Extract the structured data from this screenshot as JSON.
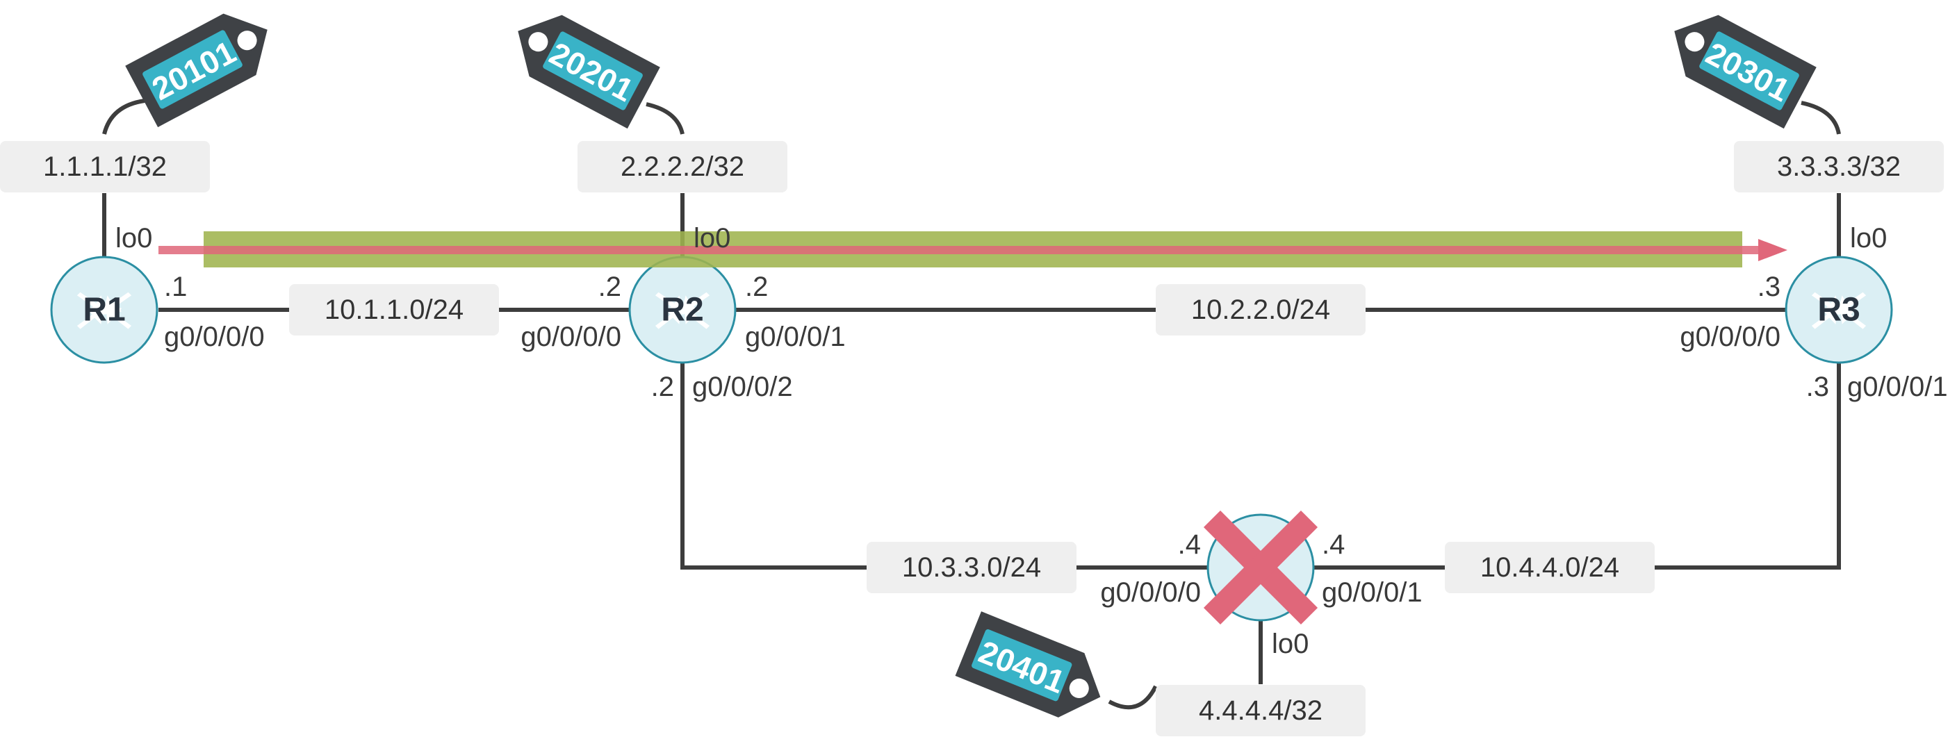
{
  "routers": {
    "r1": {
      "name": "R1"
    },
    "r2": {
      "name": "R2"
    },
    "r3": {
      "name": "R3"
    },
    "r4": {
      "name": "",
      "failed": true
    }
  },
  "prefixes": {
    "r1_loopback": "1.1.1.1/32",
    "r2_loopback": "2.2.2.2/32",
    "r3_loopback": "3.3.3.3/32",
    "r4_loopback": "4.4.4.4/32",
    "link_r1_r2": "10.1.1.0/24",
    "link_r2_r3": "10.2.2.0/24",
    "link_r2_r4": "10.3.3.0/24",
    "link_r4_r3": "10.4.4.0/24"
  },
  "sids": {
    "r1": "20101",
    "r2": "20201",
    "r3": "20301",
    "r4": "20401"
  },
  "labels": {
    "lo0": "lo0",
    "r1_g0": "g0/0/0/0",
    "r1_host": ".1",
    "r2_g0": "g0/0/0/0",
    "r2_g0_host": ".2",
    "r2_g1": "g0/0/0/1",
    "r2_g1_host": ".2",
    "r2_g2": "g0/0/0/2",
    "r2_g2_host": ".2",
    "r3_g0": "g0/0/0/0",
    "r3_g0_host": ".3",
    "r3_g1": "g0/0/0/1",
    "r3_g1_host": ".3",
    "r4_g0": "g0/0/0/0",
    "r4_g0_host": ".4",
    "r4_g1": "g0/0/0/1",
    "r4_g1_host": ".4"
  },
  "colors": {
    "router_fill": "#dbeff4",
    "router_stroke": "#2b8fa3",
    "tag_body": "#3f4246",
    "tag_label": "#39b3c7",
    "path_band": "#9fb44e",
    "path_arrow": "#e0677a",
    "failure_x": "#e0677a"
  }
}
